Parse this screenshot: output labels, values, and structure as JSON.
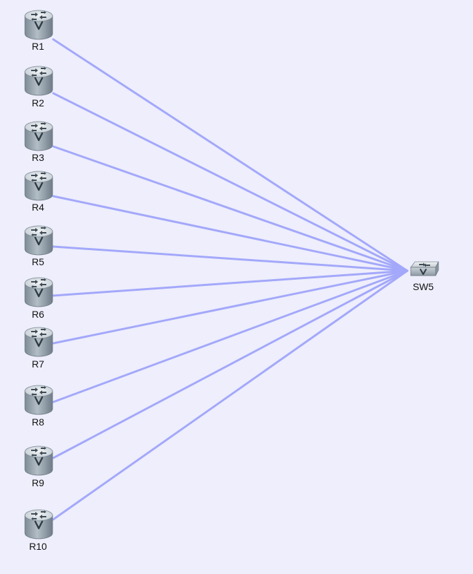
{
  "topology": {
    "colors": {
      "background": "#eeeefc",
      "link": "#a3a8fa",
      "router_body": "#8c9aa4",
      "router_top": "#d8dee3"
    },
    "switch": {
      "id": "SW5",
      "label": "SW5",
      "icon": "switch-icon"
    },
    "routers": [
      {
        "id": "R1",
        "label": "R1",
        "icon": "router-icon"
      },
      {
        "id": "R2",
        "label": "R2",
        "icon": "router-icon"
      },
      {
        "id": "R3",
        "label": "R3",
        "icon": "router-icon"
      },
      {
        "id": "R4",
        "label": "R4",
        "icon": "router-icon"
      },
      {
        "id": "R5",
        "label": "R5",
        "icon": "router-icon"
      },
      {
        "id": "R6",
        "label": "R6",
        "icon": "router-icon"
      },
      {
        "id": "R7",
        "label": "R7",
        "icon": "router-icon"
      },
      {
        "id": "R8",
        "label": "R8",
        "icon": "router-icon"
      },
      {
        "id": "R9",
        "label": "R9",
        "icon": "router-icon"
      },
      {
        "id": "R10",
        "label": "R10",
        "icon": "router-icon"
      }
    ],
    "links": [
      {
        "from": "R1",
        "to": "SW5"
      },
      {
        "from": "R2",
        "to": "SW5"
      },
      {
        "from": "R3",
        "to": "SW5"
      },
      {
        "from": "R4",
        "to": "SW5"
      },
      {
        "from": "R5",
        "to": "SW5"
      },
      {
        "from": "R6",
        "to": "SW5"
      },
      {
        "from": "R7",
        "to": "SW5"
      },
      {
        "from": "R8",
        "to": "SW5"
      },
      {
        "from": "R9",
        "to": "SW5"
      },
      {
        "from": "R10",
        "to": "SW5"
      }
    ]
  }
}
